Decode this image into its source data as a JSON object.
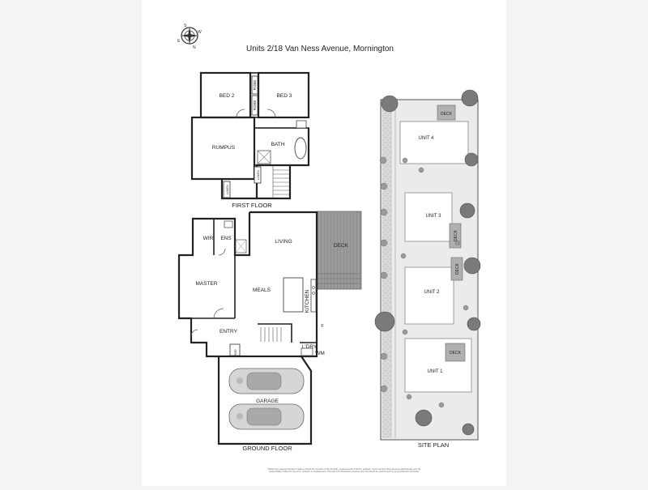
{
  "title": "Units 2/18 Van Ness Avenue, Mornington",
  "compass": {
    "letters": [
      "S",
      "W",
      "E",
      "N"
    ]
  },
  "first_floor": {
    "label": "FIRST FLOOR",
    "rooms": {
      "bed2": "BED 2",
      "bed3": "BED 3",
      "robe_a": "ROBE",
      "robe_b": "ROBE",
      "rumpus": "RUMPUS",
      "bath": "BATH",
      "linen_a": "LINEN",
      "linen_b": "LINEN"
    }
  },
  "ground_floor": {
    "label": "GROUND FLOOR",
    "rooms": {
      "wir": "WIR",
      "ens": "ENS",
      "living": "LIVING",
      "deck": "DECK",
      "master": "MASTER",
      "meals": "MEALS",
      "kitchen": "KITCHEN",
      "entry": "ENTRY",
      "ldry": "L'DRY",
      "wm": "WM",
      "garage": "GARAGE",
      "fridge": "F",
      "pwd": "PWD"
    }
  },
  "site_plan": {
    "label": "SITE PLAN",
    "units": [
      "UNIT 4",
      "UNIT 3",
      "UNIT 2",
      "UNIT 1"
    ],
    "decks": [
      "DECK",
      "DECK",
      "DECK",
      "DECK"
    ]
  },
  "disclaimer": "Whilst every attempt has been made to ensure the accuracy of the floorplan, measurements of doors, windows, rooms and any other items are approximate only. No responsibility is taken for any error, omission or misstatement. This plan is for illustrative purposes only and should be used as such by any prospective purchaser."
}
